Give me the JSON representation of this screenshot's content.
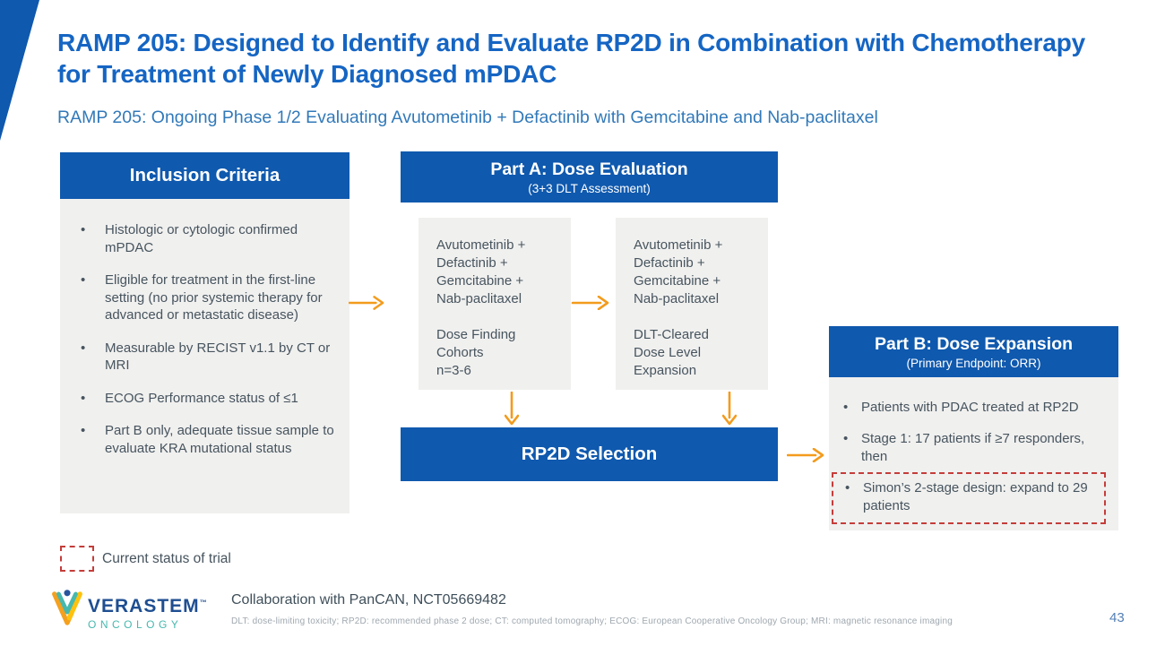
{
  "slide": {
    "title": "RAMP 205: Designed to Identify and Evaluate RP2D in Combination with Chemotherapy for Treatment of Newly Diagnosed mPDAC",
    "subtitle": "RAMP 205: Ongoing Phase 1/2 Evaluating Avutometinib + Defactinib with Gemcitabine and Nab-paclitaxel",
    "page_number": "43"
  },
  "colors": {
    "primary_blue": "#0F59AE",
    "title_blue": "#1565C3",
    "subtitle_blue": "#3179B9",
    "body_text": "#47545E",
    "box_gray": "#F0F0EF",
    "arrow_orange": "#F39B1D",
    "status_red": "#C43D3A"
  },
  "icons": {
    "flow_arrow_right": "orange right arrow →",
    "flow_arrow_down": "orange down arrow ↓",
    "current_status_box": "red dashed rectangle",
    "logo_mark": "verastem overlapping V chevrons with blue dot"
  },
  "inclusion": {
    "header": "Inclusion Criteria",
    "bullets": [
      "Histologic or cytologic confirmed mPDAC",
      "Eligible for treatment in the first-line setting (no prior systemic therapy for advanced or metastatic disease)",
      "Measurable by RECIST v1.1 by CT or MRI",
      "ECOG Performance status of ≤1",
      "Part B only, adequate tissue sample to evaluate KRA mutational status"
    ]
  },
  "part_a": {
    "header": "Part A: Dose Evaluation",
    "subheader": "(3+3 DLT Assessment)",
    "box1": "Avutometinib +\nDefactinib +\nGemcitabine +\nNab-paclitaxel\n\nDose Finding\nCohorts\nn=3-6",
    "box2": "Avutometinib +\nDefactinib +\nGemcitabine +\nNab-paclitaxel\n\nDLT-Cleared\nDose Level\nExpansion"
  },
  "rp2d": {
    "label": "RP2D Selection"
  },
  "part_b": {
    "header": "Part B: Dose Expansion",
    "subheader": "(Primary Endpoint: ORR)",
    "bullets": [
      {
        "text": "Patients with PDAC treated at RP2D",
        "highlight": false
      },
      {
        "text": "Stage 1: 17 patients if ≥7 responders, then",
        "highlight": false
      },
      {
        "text": "Simon’s 2-stage design: expand to 29 patients",
        "highlight": true
      }
    ]
  },
  "legend": {
    "label": "Current status of trial"
  },
  "footer": {
    "logo_word": "VERASTEM",
    "logo_tm": "™",
    "logo_sub": "ONCOLOGY",
    "collaboration": "Collaboration with PanCAN, NCT05669482",
    "footnote": "DLT: dose-limiting toxicity; RP2D: recommended phase 2 dose; CT: computed tomography; ECOG: European Cooperative Oncology Group; MRI: magnetic resonance imaging"
  }
}
